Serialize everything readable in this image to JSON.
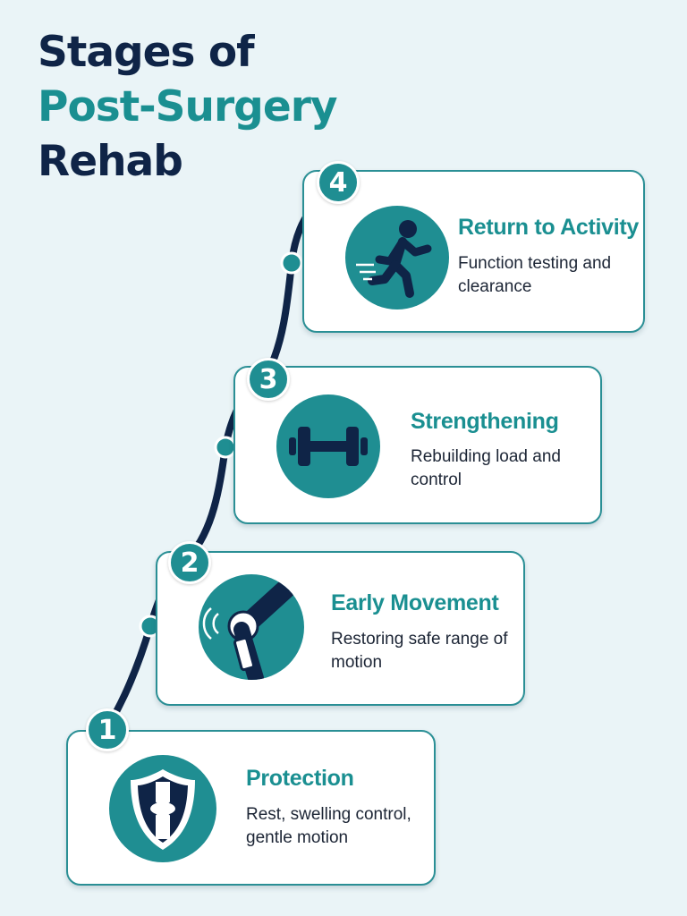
{
  "title": {
    "line1": "Stages of",
    "line2": "Post-Surgery",
    "line3": "Rehab"
  },
  "colors": {
    "navy": "#0f2447",
    "teal": "#1a8f91",
    "card_border": "#2a8f95",
    "background": "#eaf4f7"
  },
  "stages": [
    {
      "number": "1",
      "name": "Protection",
      "description": "Rest, swelling control, gentle motion",
      "icon": "shield-joint-icon"
    },
    {
      "number": "2",
      "name": "Early Movement",
      "description": "Restoring safe range of motion",
      "icon": "knee-joint-icon"
    },
    {
      "number": "3",
      "name": "Strengthening",
      "description": "Rebuilding load and control",
      "icon": "dumbbell-icon"
    },
    {
      "number": "4",
      "name": "Return to Activity",
      "description": "Function testing and clearance",
      "icon": "running-person-icon"
    }
  ]
}
